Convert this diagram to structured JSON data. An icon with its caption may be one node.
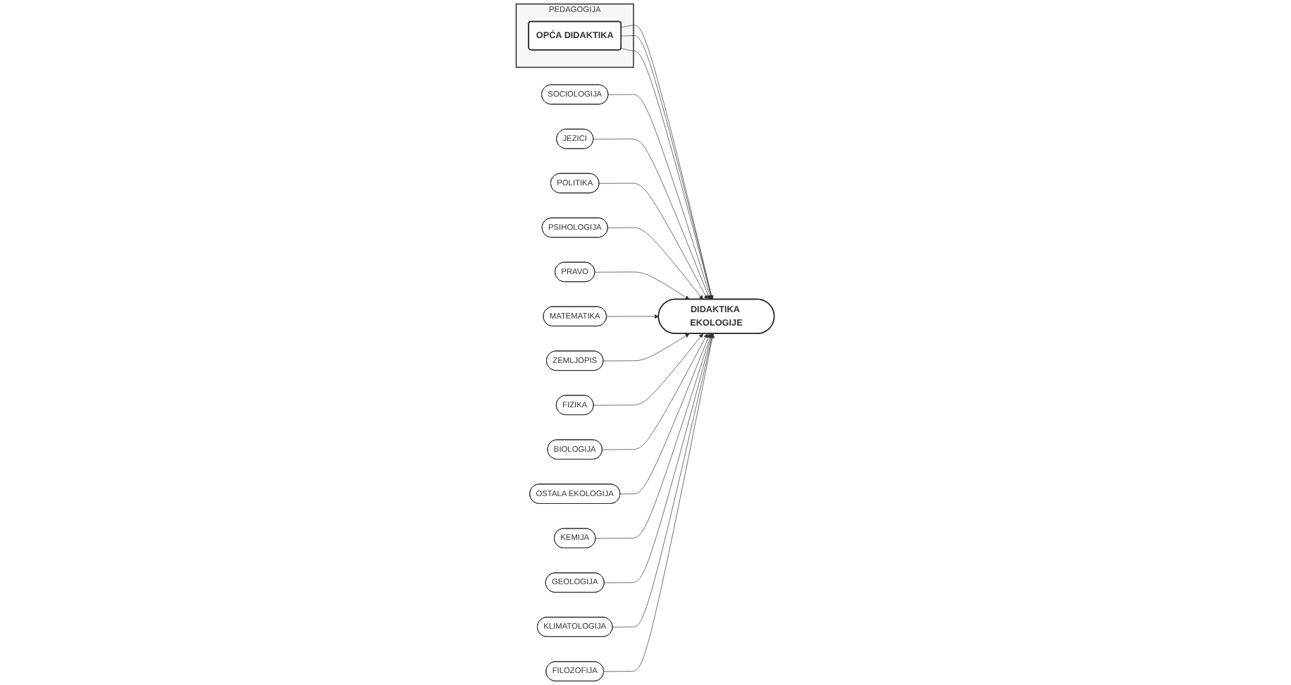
{
  "diagram": {
    "nodes": [
      {
        "text": [
          "PEDAGOGIJA"
        ]
      },
      {
        "text": [
          "OPĆA DIDAKTIKA"
        ],
        "in": 0
      },
      {
        "text": [
          "DIDAKTIKA EKOLOGIJE"
        ]
      },
      {
        "text": [
          "SOCIOLOGIJA"
        ]
      },
      {
        "text": [
          "JEZICI"
        ]
      },
      {
        "text": [
          "POLITIKA"
        ]
      },
      {
        "text": [
          "PSIHOLOGIJA"
        ]
      },
      {
        "text": [
          "PRAVO"
        ]
      },
      {
        "text": [
          "MATEMATIKA"
        ]
      },
      {
        "text": [
          "ZEMLJOPIS"
        ]
      },
      {
        "text": [
          "FIZIKA"
        ]
      },
      {
        "text": [
          "BIOLOGIJA"
        ]
      },
      {
        "text": [
          "OSTALA EKOLOGIJA"
        ]
      },
      {
        "text": [
          "KEMIJA"
        ]
      },
      {
        "text": [
          "GEOLOGIJA"
        ]
      },
      {
        "text": [
          "KLIMATOLOGIJA"
        ]
      },
      {
        "text": [
          "FILOZOFIJA"
        ]
      }
    ],
    "edges": [
      {
        "from": 1,
        "to": 2,
        "arrow": "to"
      },
      {
        "from": 1,
        "to": 2,
        "arrow": "to"
      },
      {
        "from": 1,
        "to": 2,
        "arrow": "to"
      },
      {
        "from": 3,
        "to": 2,
        "arrow": "to"
      },
      {
        "from": 4,
        "to": 2,
        "arrow": "to"
      },
      {
        "from": 5,
        "to": 2,
        "arrow": "to"
      },
      {
        "from": 6,
        "to": 2,
        "arrow": "to"
      },
      {
        "from": 7,
        "to": 2,
        "arrow": "to"
      },
      {
        "from": 8,
        "to": 2,
        "arrow": "to"
      },
      {
        "from": 9,
        "to": 2,
        "arrow": "to"
      },
      {
        "from": 10,
        "to": 2,
        "arrow": "to"
      },
      {
        "from": 11,
        "to": 2,
        "arrow": "to"
      },
      {
        "from": 12,
        "to": 2,
        "arrow": "to"
      },
      {
        "from": 13,
        "to": 2,
        "arrow": "to"
      },
      {
        "from": 14,
        "to": 2,
        "arrow": "to"
      },
      {
        "from": 15,
        "to": 2,
        "arrow": "to"
      },
      {
        "from": 16,
        "to": 2,
        "arrow": "to"
      }
    ]
  }
}
